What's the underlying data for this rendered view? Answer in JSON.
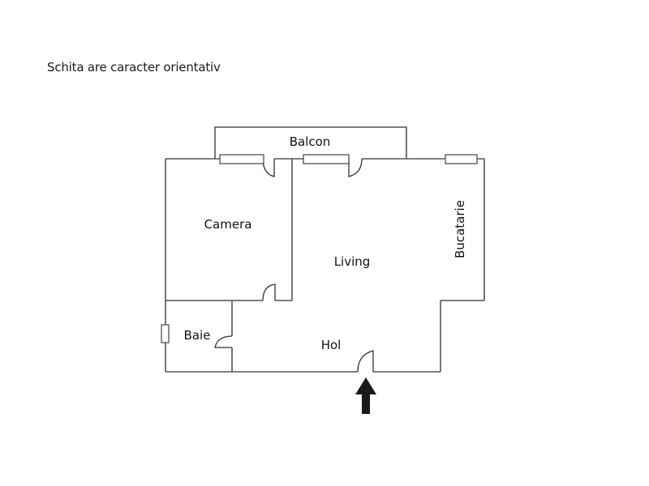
{
  "note": "Schita are caracter orientativ",
  "rooms": {
    "balcon": "Balcon",
    "camera": "Camera",
    "living": "Living",
    "bucatarie": "Bucatarie",
    "baie": "Baie",
    "hol": "Hol"
  },
  "icons": {
    "entrance": "entrance-arrow-icon"
  },
  "colors": {
    "wall": "#555555",
    "arrow": "#1a1a1a",
    "background": "#ffffff"
  }
}
